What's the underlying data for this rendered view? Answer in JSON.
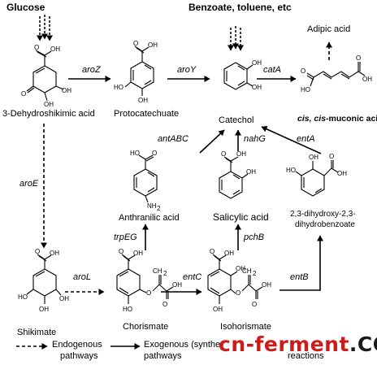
{
  "headers": {
    "glucose": "Glucose",
    "benzoate": "Benzoate, toluene, etc"
  },
  "compounds": {
    "dhs": "3-Dehydroshikimic acid",
    "protocatechuate": "Protocatechuate",
    "catechol": "Catechol",
    "adipic": "Adipic acid",
    "muconic_prefix": "cis, cis",
    "muconic_suffix": "-muconic acid",
    "anthranilic": "Anthranilic acid",
    "salicylic": "Salicylic acid",
    "dhb_line1": "2,3-dihydroxy-2,3-",
    "dhb_line2": "dihydrobenzoate",
    "shikimate": "Shikimate",
    "chorismate": "Chorismate",
    "isochorismate": "Isohorismate"
  },
  "enzymes": {
    "aroZ": "aroZ",
    "aroY": "aroY",
    "catA": "catA",
    "aroE": "aroE",
    "antABC": "antABC",
    "nahG": "nahG",
    "entA": "entA",
    "trpEG": "trpEG",
    "pchB": "pchB",
    "aroL": "aroL",
    "entC": "entC",
    "entB": "entB"
  },
  "atoms": {
    "oh": "OH",
    "o": "O",
    "ho": "HO",
    "nh2": "NH",
    "two": "2",
    "ch2": "CH",
    "ho_nh": "HO"
  },
  "legend": {
    "endogenous_1": "Endogenous",
    "endogenous_2": "pathways",
    "exogenous_1": "Exogenous (synthe",
    "exogenous_2": "pathways",
    "reactions": "reactions"
  },
  "watermark": {
    "cn": "cn-ferment",
    "dot": ".",
    "com": "COM"
  },
  "colors": {
    "watermark": "#cc1b1b"
  }
}
